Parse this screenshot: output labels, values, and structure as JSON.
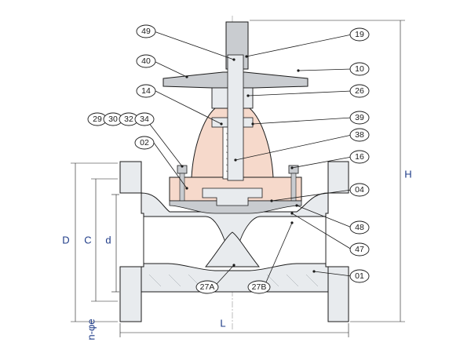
{
  "colors": {
    "liner": "#f6d9cb",
    "body": "#e8ebee",
    "steel": "#c9ccd0",
    "outline": "#1a1a1a",
    "dimension_text": "#1f3c88"
  },
  "callouts": [
    {
      "id": "c49",
      "label": "49"
    },
    {
      "id": "c19",
      "label": "19"
    },
    {
      "id": "c40",
      "label": "40"
    },
    {
      "id": "c10",
      "label": "10"
    },
    {
      "id": "c14",
      "label": "14"
    },
    {
      "id": "c26",
      "label": "26"
    },
    {
      "id": "c29",
      "label": "29"
    },
    {
      "id": "c30",
      "label": "30"
    },
    {
      "id": "c32",
      "label": "32"
    },
    {
      "id": "c34",
      "label": "34"
    },
    {
      "id": "c39",
      "label": "39"
    },
    {
      "id": "c02",
      "label": "02"
    },
    {
      "id": "c38",
      "label": "38"
    },
    {
      "id": "c16",
      "label": "16"
    },
    {
      "id": "c04",
      "label": "04"
    },
    {
      "id": "c48",
      "label": "48"
    },
    {
      "id": "c47",
      "label": "47"
    },
    {
      "id": "c27A",
      "label": "27A"
    },
    {
      "id": "c27B",
      "label": "27B"
    },
    {
      "id": "c01",
      "label": "01"
    }
  ],
  "dimensions": {
    "D": "D",
    "C": "C",
    "d": "d",
    "H": "H",
    "L": "L",
    "bolt": "n-φe"
  }
}
